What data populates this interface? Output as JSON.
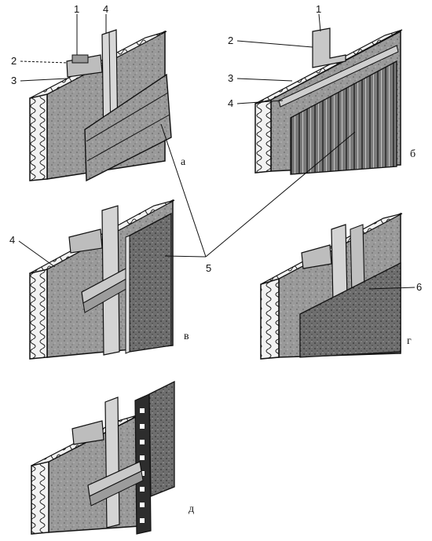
{
  "callouts": {
    "n1": "1",
    "n2": "2",
    "n3": "3",
    "n4": "4",
    "n5": "5",
    "n6": "6"
  },
  "panels": {
    "a": "а",
    "b": "б",
    "v": "в",
    "g": "г",
    "d": "д"
  },
  "colors": {
    "ink": "#111111",
    "panel_fill": "#8a8a8a",
    "wall_fill": "#a8a8a8",
    "insulation_fill": "#e6e6e6",
    "paper": "#ffffff"
  }
}
